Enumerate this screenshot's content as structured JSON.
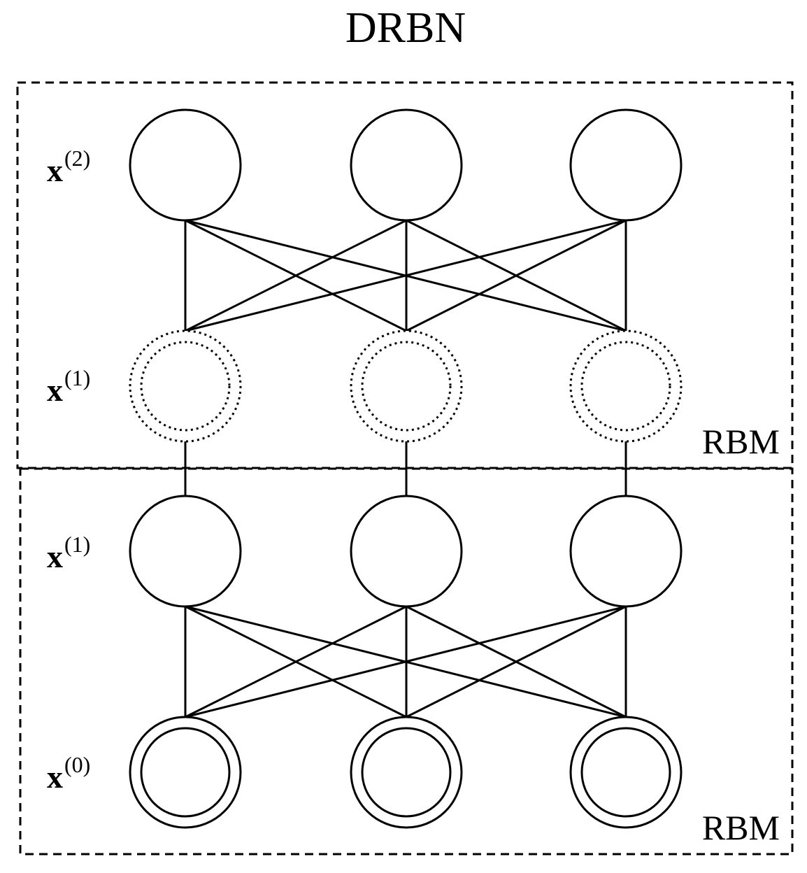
{
  "title": "DRBN",
  "blocks": [
    {
      "label": "RBM",
      "layers": [
        {
          "var": "x",
          "sup": "(2)",
          "node_style": "solid",
          "nodes": 3
        },
        {
          "var": "x",
          "sup": "(1)",
          "node_style": "double-dotted",
          "nodes": 3
        }
      ]
    },
    {
      "label": "RBM",
      "layers": [
        {
          "var": "x",
          "sup": "(1)",
          "node_style": "solid",
          "nodes": 3
        },
        {
          "var": "x",
          "sup": "(0)",
          "node_style": "double-solid",
          "nodes": 3
        }
      ]
    }
  ],
  "connections": {
    "within_block": "fully-connected",
    "between_blocks": "one-to-one"
  },
  "colors": {
    "stroke": "#000000",
    "background": "#ffffff"
  }
}
